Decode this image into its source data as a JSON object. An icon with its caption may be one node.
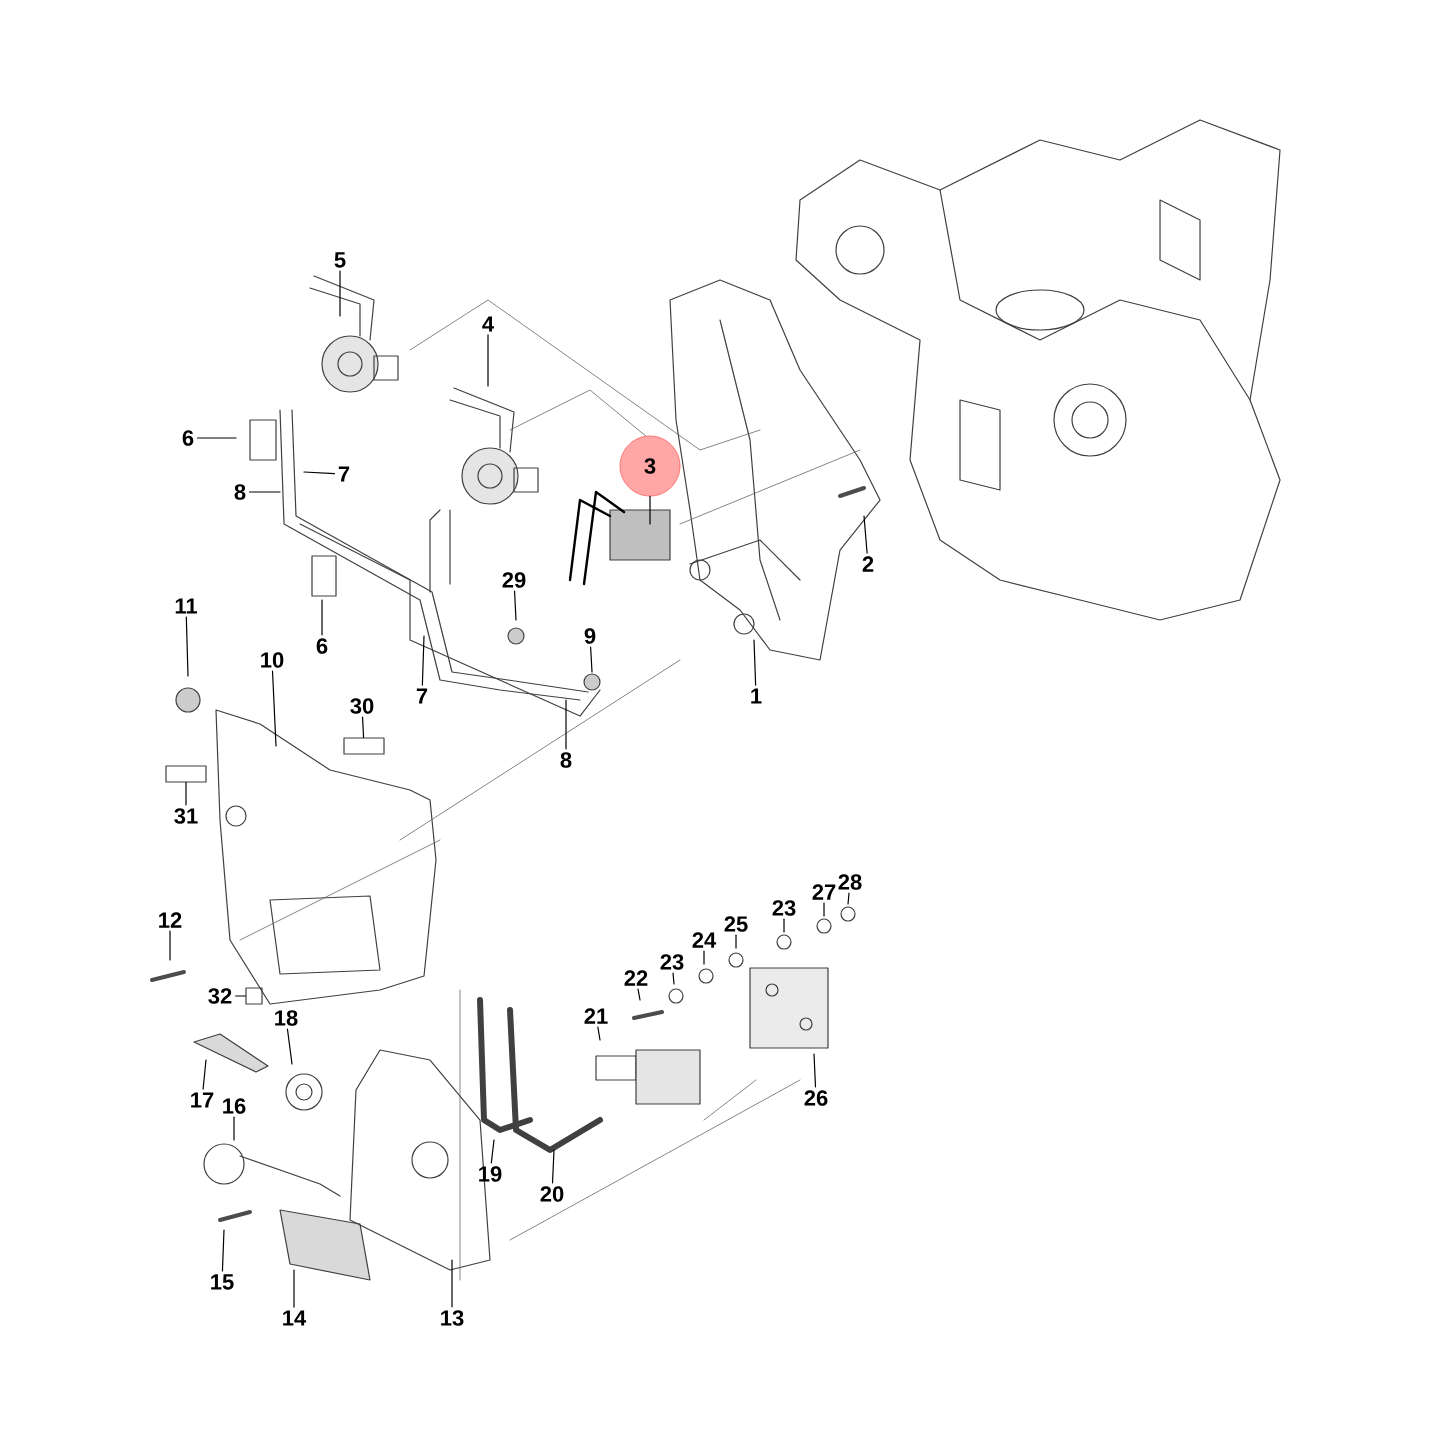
{
  "diagram": {
    "nodes": [
      {
        "text": [
          "5"
        ]
      },
      {
        "text": [
          "4"
        ]
      },
      {
        "text": [
          "6"
        ]
      },
      {
        "text": [
          "7"
        ]
      },
      {
        "text": [
          "3"
        ]
      },
      {
        "text": [
          "8"
        ]
      },
      {
        "text": [
          "2"
        ]
      },
      {
        "text": [
          "29"
        ]
      },
      {
        "text": [
          "11"
        ]
      },
      {
        "text": [
          "9"
        ]
      },
      {
        "text": [
          "6"
        ]
      },
      {
        "text": [
          "10"
        ]
      },
      {
        "text": [
          "1"
        ]
      },
      {
        "text": [
          "7"
        ]
      },
      {
        "text": [
          "30"
        ]
      },
      {
        "text": [
          "8"
        ]
      },
      {
        "text": [
          "31"
        ]
      },
      {
        "text": [
          "28"
        ]
      },
      {
        "text": [
          "27"
        ]
      },
      {
        "text": [
          "23"
        ]
      },
      {
        "text": [
          "12"
        ]
      },
      {
        "text": [
          "25"
        ]
      },
      {
        "text": [
          "24"
        ]
      },
      {
        "text": [
          "23"
        ]
      },
      {
        "text": [
          "22"
        ]
      },
      {
        "text": [
          "32"
        ]
      },
      {
        "text": [
          "21"
        ]
      },
      {
        "text": [
          "18"
        ]
      },
      {
        "text": [
          "26"
        ]
      },
      {
        "text": [
          "17"
        ]
      },
      {
        "text": [
          "16"
        ]
      },
      {
        "text": [
          "19"
        ]
      },
      {
        "text": [
          "20"
        ]
      },
      {
        "text": [
          "15"
        ]
      },
      {
        "text": [
          "14"
        ]
      },
      {
        "text": [
          "13"
        ]
      },
      {
        "text": [],
        "shape": "box"
      },
      {
        "text": [],
        "shape": "box"
      },
      {
        "text": [],
        "shape": "box"
      }
    ],
    "edges": [
      {
        "from": 0,
        "to": null,
        "arrow": "none"
      },
      {
        "from": 1,
        "to": null,
        "arrow": "none"
      },
      {
        "from": 2,
        "to": null,
        "arrow": "none"
      },
      {
        "from": 3,
        "to": null,
        "arrow": "none"
      },
      {
        "from": 4,
        "to": null,
        "arrow": "none"
      },
      {
        "from": 5,
        "to": null,
        "arrow": "none"
      },
      {
        "from": 6,
        "to": null,
        "arrow": "none"
      },
      {
        "from": 7,
        "to": null,
        "arrow": "none"
      },
      {
        "from": 8,
        "to": null,
        "arrow": "none"
      },
      {
        "from": 9,
        "to": null,
        "arrow": "none"
      },
      {
        "from": 10,
        "to": null,
        "arrow": "none"
      },
      {
        "from": 11,
        "to": null,
        "arrow": "none"
      },
      {
        "from": 12,
        "to": null,
        "arrow": "none"
      },
      {
        "from": 13,
        "to": null,
        "arrow": "none"
      },
      {
        "from": 14,
        "to": 36,
        "arrow": "none"
      },
      {
        "from": 15,
        "to": null,
        "arrow": "none"
      },
      {
        "from": 16,
        "to": 37,
        "arrow": "none"
      },
      {
        "from": 17,
        "to": null,
        "arrow": "none"
      },
      {
        "from": 18,
        "to": null,
        "arrow": "none"
      },
      {
        "from": 19,
        "to": null,
        "arrow": "none"
      },
      {
        "from": 20,
        "to": null,
        "arrow": "none"
      },
      {
        "from": 21,
        "to": null,
        "arrow": "none"
      },
      {
        "from": 22,
        "to": null,
        "arrow": "none"
      },
      {
        "from": 23,
        "to": null,
        "arrow": "none"
      },
      {
        "from": 24,
        "to": null,
        "arrow": "none"
      },
      {
        "from": 25,
        "to": 38,
        "arrow": "none"
      },
      {
        "from": 26,
        "to": null,
        "arrow": "none"
      },
      {
        "from": 27,
        "to": null,
        "arrow": "none"
      },
      {
        "from": 28,
        "to": null,
        "arrow": "none"
      },
      {
        "from": 29,
        "to": null,
        "arrow": "none"
      },
      {
        "from": 30,
        "to": null,
        "arrow": "none"
      },
      {
        "from": 31,
        "to": null,
        "arrow": "none"
      },
      {
        "from": 32,
        "to": null,
        "arrow": "none"
      },
      {
        "from": 33,
        "to": null,
        "arrow": "none"
      },
      {
        "from": 34,
        "to": null,
        "arrow": "none"
      },
      {
        "from": 35,
        "to": null,
        "arrow": "none"
      }
    ]
  }
}
